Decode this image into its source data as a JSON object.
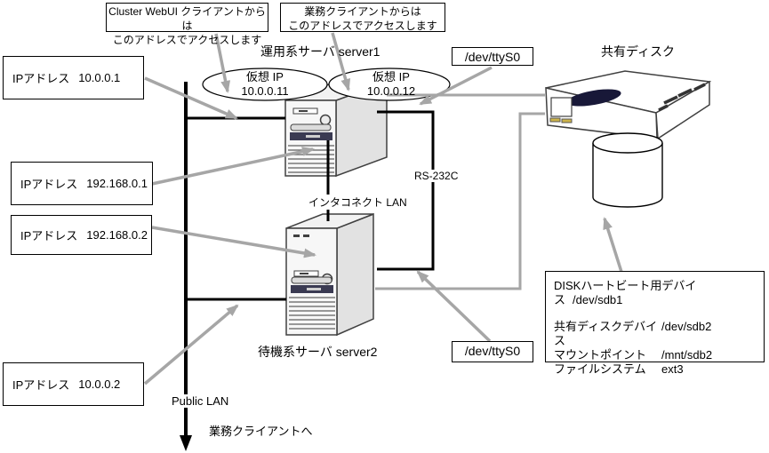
{
  "callouts": {
    "webui": {
      "line1": "Cluster WebUI クライアントからは",
      "line2": "このアドレスでアクセスします"
    },
    "business": {
      "line1": "業務クライアントからは",
      "line2": "このアドレスでアクセスします"
    }
  },
  "servers": {
    "server1": {
      "label": "運用系サーバ server1"
    },
    "server2": {
      "label": "待機系サーバ server2"
    }
  },
  "virtual_ips": {
    "vip1": {
      "title": "仮想 IP",
      "address": "10.0.0.11"
    },
    "vip2": {
      "title": "仮想 IP",
      "address": "10.0.0.12"
    }
  },
  "ip_labels": {
    "nic1": {
      "label": "IPアドレス",
      "value": "10.0.0.1"
    },
    "nic2": {
      "label": "IPアドレス",
      "value": "192.168.0.1"
    },
    "nic3": {
      "label": "IPアドレス",
      "value": "192.168.0.2"
    },
    "nic4": {
      "label": "IPアドレス",
      "value": "10.0.0.2"
    }
  },
  "serial": {
    "tty_top": "/dev/ttyS0",
    "tty_bottom": "/dev/ttyS0",
    "rs232c": "RS-232C"
  },
  "networks": {
    "interconnect": "インタコネクト LAN",
    "public_lan": "Public LAN",
    "to_business_client": "業務クライアントへ"
  },
  "shared_disk": {
    "title": "共有ディスク",
    "heartbeat": {
      "label": "DISKハートビート用デバイス",
      "value": "/dev/sdb1"
    },
    "rows": [
      {
        "label": "共有ディスクデバイス",
        "value": "/dev/sdb2"
      },
      {
        "label": "マウントポイント",
        "value": "/mnt/sdb2"
      },
      {
        "label": "ファイルシステム",
        "value": "ext3"
      }
    ]
  },
  "colors": {
    "arrow": "#a6a6a6",
    "line": "#000000"
  }
}
